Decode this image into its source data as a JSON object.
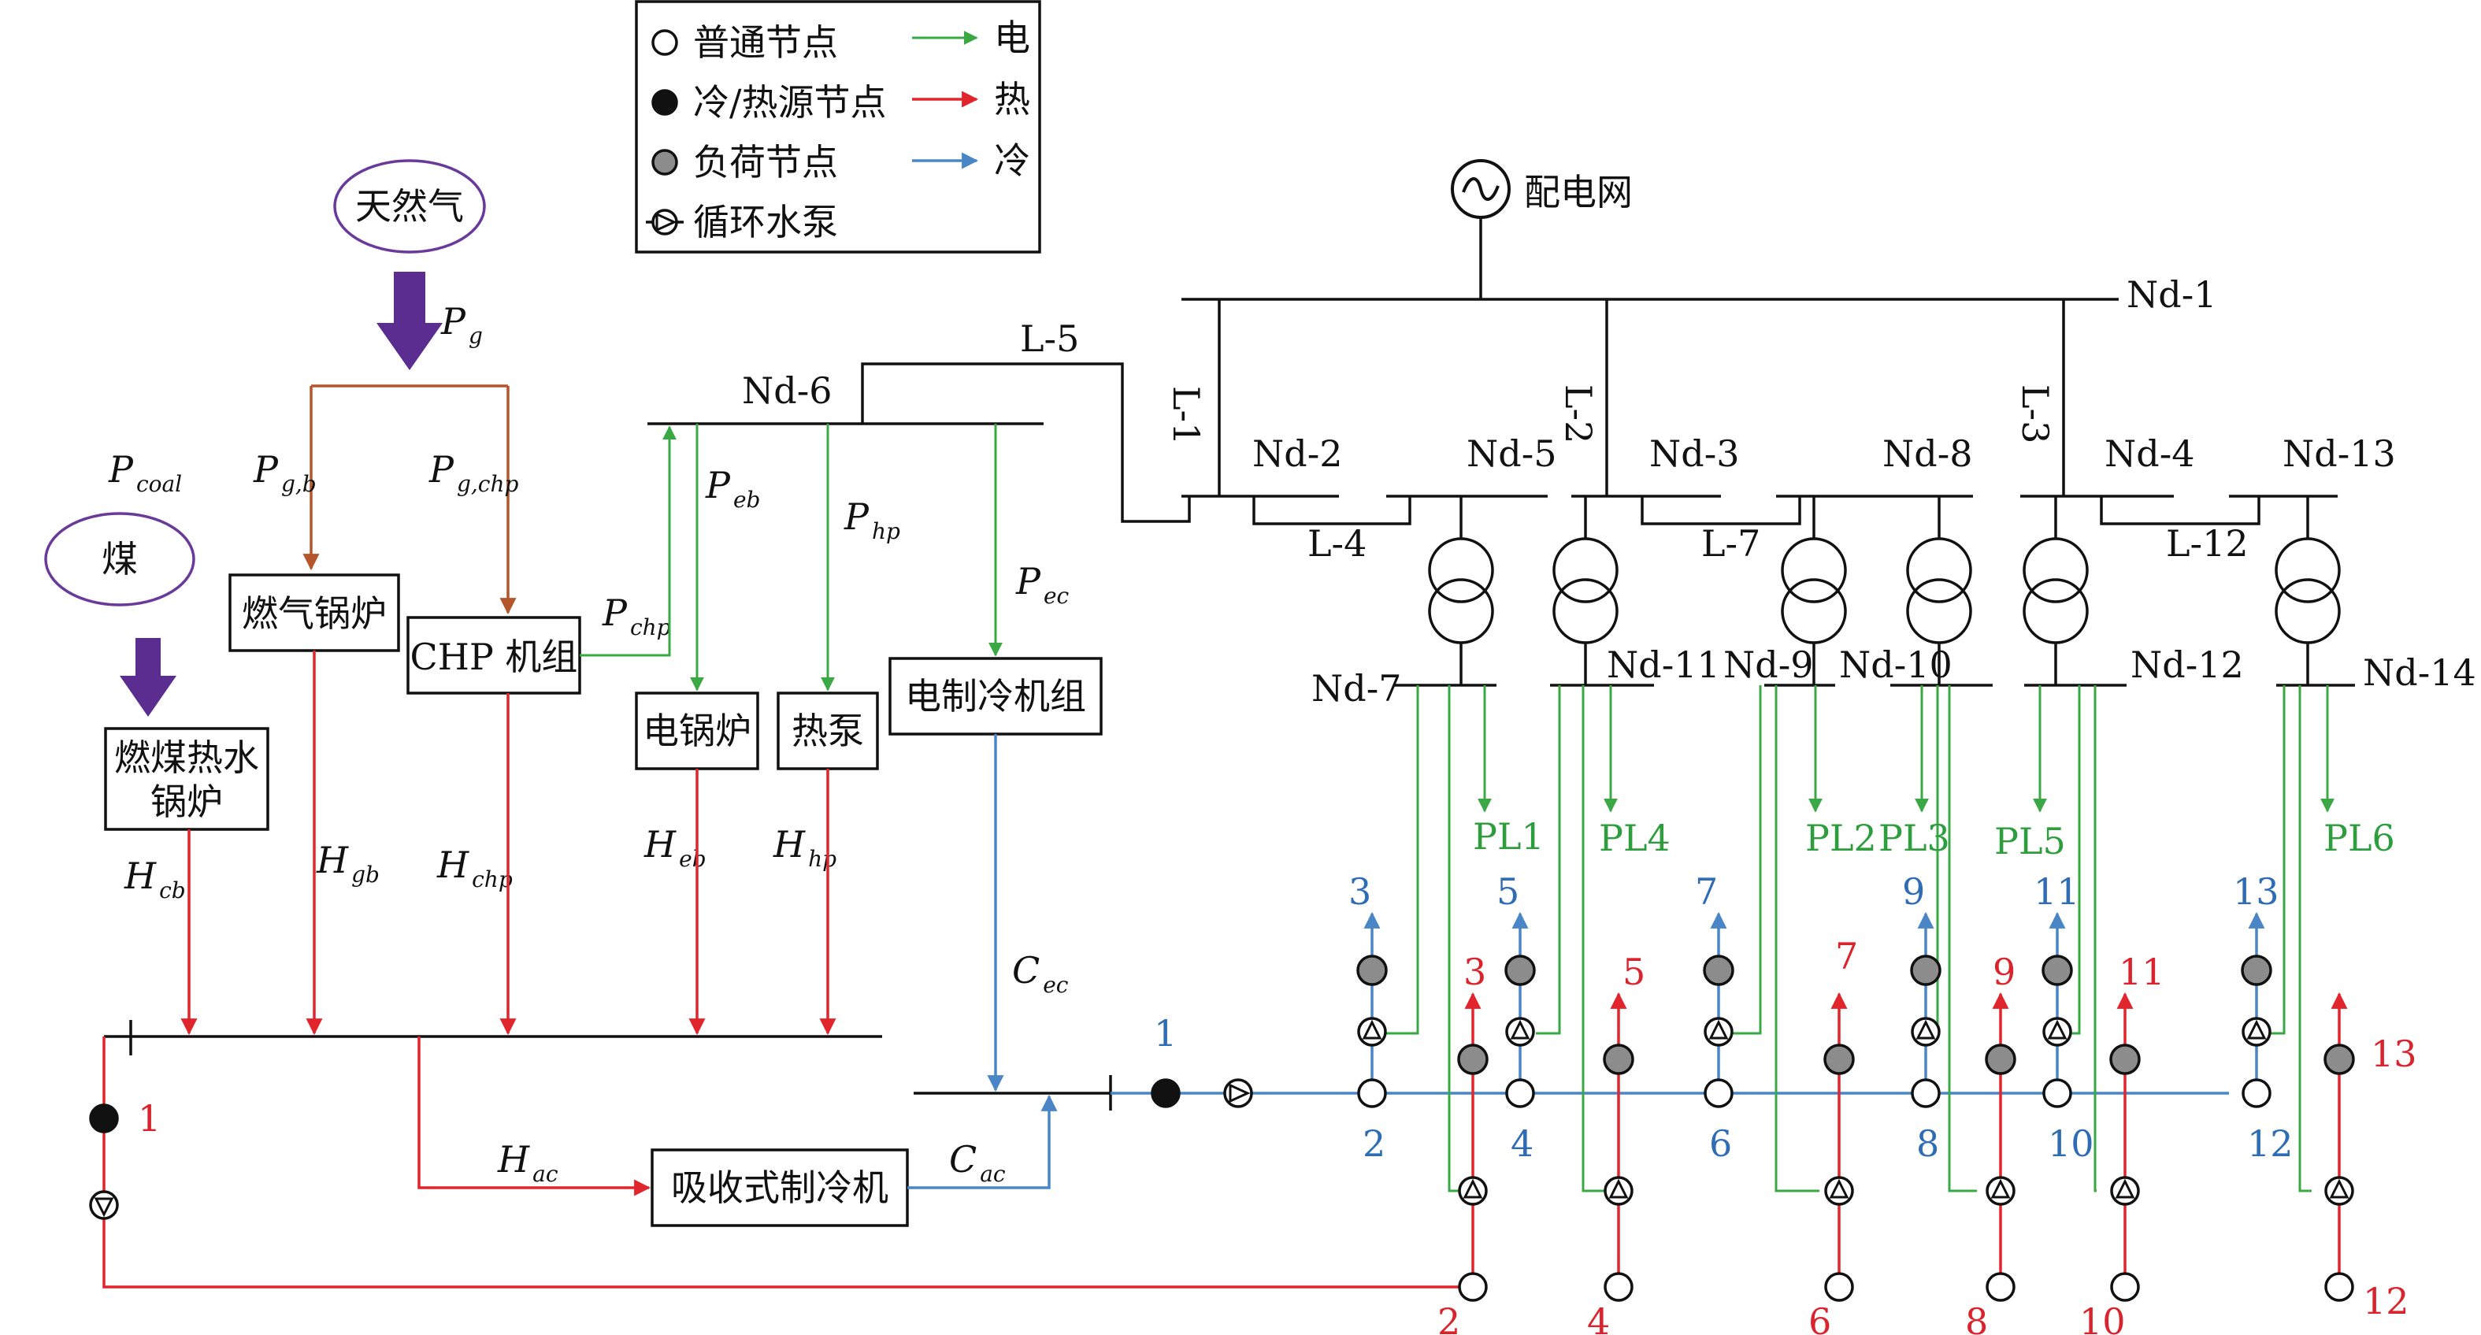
{
  "legend": {
    "normal_node": "普通节点",
    "source_node": "冷/热源节点",
    "load_node": "负荷节点",
    "pump": "循环水泵",
    "electric": "电",
    "heat": "热",
    "cold": "冷"
  },
  "sources": {
    "gas": "天然气",
    "coal": "煤",
    "grid": "配电网"
  },
  "devices": {
    "gas_boiler": "燃气锅炉",
    "chp_unit": "CHP 机组",
    "coal_boiler_line1": "燃煤热水",
    "coal_boiler_line2": "锅炉",
    "electric_boiler": "电锅炉",
    "heat_pump": "热泵",
    "electric_chiller": "电制冷机组",
    "absorption_chiller": "吸收式制冷机"
  },
  "vars": {
    "Pg": {
      "main": "P",
      "sub": "g"
    },
    "Pcoal": {
      "main": "P",
      "sub": "coal"
    },
    "Pgb": {
      "main": "P",
      "sub": "g,b"
    },
    "Pgchp": {
      "main": "P",
      "sub": "g,chp"
    },
    "Pchp": {
      "main": "P",
      "sub": "chp"
    },
    "Peb": {
      "main": "P",
      "sub": "eb"
    },
    "Php": {
      "main": "P",
      "sub": "hp"
    },
    "Pec": {
      "main": "P",
      "sub": "ec"
    },
    "Hcb": {
      "main": "H",
      "sub": "cb"
    },
    "Hgb": {
      "main": "H",
      "sub": "gb"
    },
    "Hchp": {
      "main": "H",
      "sub": "chp"
    },
    "Heb": {
      "main": "H",
      "sub": "eb"
    },
    "Hhp": {
      "main": "H",
      "sub": "hp"
    },
    "Cec": {
      "main": "C",
      "sub": "ec"
    },
    "Hac": {
      "main": "H",
      "sub": "ac"
    },
    "Cac": {
      "main": "C",
      "sub": "ac"
    }
  },
  "power_nodes": {
    "nd1": "Nd-1",
    "nd2": "Nd-2",
    "nd3": "Nd-3",
    "nd4": "Nd-4",
    "nd5": "Nd-5",
    "nd6": "Nd-6",
    "nd7": "Nd-7",
    "nd8": "Nd-8",
    "nd9": "Nd-9",
    "nd10": "Nd-10",
    "nd11": "Nd-11",
    "nd12": "Nd-12",
    "nd13": "Nd-13",
    "nd14": "Nd-14"
  },
  "lines": {
    "l1": "L-1",
    "l2": "L-2",
    "l3": "L-3",
    "l4": "L-4",
    "l5": "L-5",
    "l7": "L-7",
    "l12": "L-12"
  },
  "loads": {
    "pl1": "PL1",
    "pl2": "PL2",
    "pl3": "PL3",
    "pl4": "PL4",
    "pl5": "PL5",
    "pl6": "PL6"
  },
  "cold_labels": [
    "1",
    "2",
    "3",
    "4",
    "5",
    "6",
    "7",
    "8",
    "9",
    "10",
    "11",
    "12",
    "13"
  ],
  "heat_labels": [
    "1",
    "2",
    "3",
    "4",
    "5",
    "6",
    "7",
    "8",
    "9",
    "10",
    "11",
    "12",
    "13"
  ],
  "colors": {
    "electric": "#39a845",
    "heat": "#e0262c",
    "cold": "#4a86c6",
    "gas": "#b4552a",
    "fuel_arrow": "#5b2d91",
    "source_ellipse": "#6a3a9a",
    "load_node": "#8c8c8c"
  }
}
